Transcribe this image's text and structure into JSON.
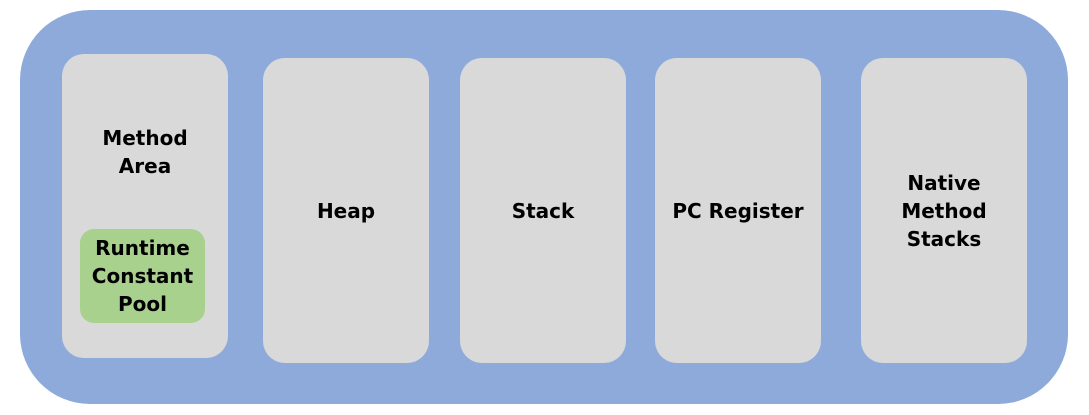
{
  "diagram": {
    "colors": {
      "outer_background": "#8eaadb",
      "area_box": "#d9d9d9",
      "constant_pool_box": "#a9d18e"
    },
    "method_area": {
      "label": "Method\nArea",
      "runtime_constant_pool": "Runtime\nConstant\nPool"
    },
    "heap": {
      "label": "Heap"
    },
    "stack": {
      "label": "Stack"
    },
    "pc_register": {
      "label": "PC Register"
    },
    "native_method_stacks": {
      "label": "Native\nMethod\nStacks"
    }
  }
}
